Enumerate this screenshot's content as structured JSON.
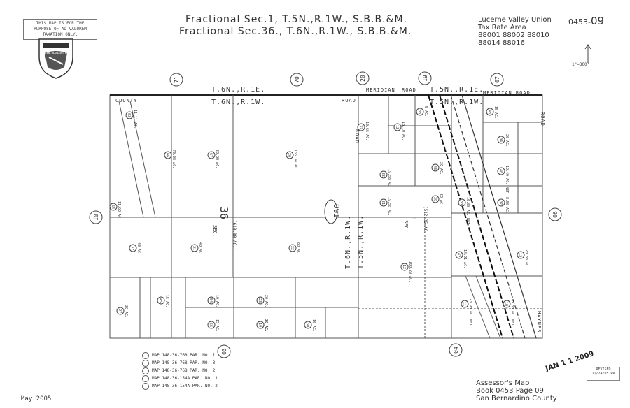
{
  "header": {
    "title_line1": "Fractional Sec.1, T.5N.,R.1W., S.B.B.&M.",
    "title_line2": "Fractional Sec.36., T.6N.,R.1W., S.B.B.&M.",
    "notice": "THIS MAP IS FOR THE PURPOSE OF AD VALOREM TAXATION ONLY.",
    "seal_text": "SAN BERNARDINO",
    "tax_area_title": "Lucerne Valley Union",
    "tax_area_sub": "Tax Rate Area",
    "tax_area_codes_1": "88001 88002 88010",
    "tax_area_codes_2": "88014 88016",
    "map_code_prefix": "0453-",
    "map_code_page": "09",
    "scale": "1\"=300'"
  },
  "township_labels": {
    "top_left_upper": "T.6N.,R.1E.",
    "top_left_lower": "T.6N.,R.1W.",
    "top_right_upper": "T.5N.,R.1E.",
    "top_right_lower": "T.5N.,R.1W.",
    "center_v1": "T.6N.,R.1W.",
    "center_v2": "T.5N.,R.1W."
  },
  "roads": {
    "county": "COUNTY",
    "road_top": "ROAD",
    "meridian": "MERIDIAN",
    "meridian_road": "ROAD",
    "meridian_right": "MERIDIAN ROAD",
    "road_right": "ROAD",
    "haynes": "HAYNES",
    "road_v": "ROAD"
  },
  "book_circles": [
    "71",
    "70",
    "20",
    "19",
    "07",
    "10",
    "06",
    "03",
    "04"
  ],
  "section": {
    "sec_label": "SEC.",
    "number": "36",
    "area": "(610.00 AC.)",
    "sec1_label": "SEC.",
    "sec1_number": "1",
    "sec1_area": "(512.35 AC.)",
    "page_code": "091"
  },
  "parcels": [
    {
      "num": "63",
      "acres": "11.11 AC."
    },
    {
      "num": "66",
      "acres": "70.08 AC."
    },
    {
      "num": "67",
      "acres": "20.88 AC."
    },
    {
      "num": "20",
      "acres": "155.34 AC."
    },
    {
      "num": "64",
      "acres": "11.63 AC."
    },
    {
      "num": "32",
      "acres": "40 AC."
    },
    {
      "num": "31",
      "acres": "40 AC."
    },
    {
      "num": "22",
      "acres": "80 AC."
    },
    {
      "num": "27",
      "acres": "20 AC."
    },
    {
      "num": "45",
      "acres": "15 AC."
    },
    {
      "num": "54",
      "acres": "10 AC."
    },
    {
      "num": "23",
      "acres": "20 AC."
    },
    {
      "num": "24",
      "acres": "20 AC."
    },
    {
      "num": "56",
      "acres": "15 AC."
    },
    {
      "num": "19",
      "acres": "20 AC."
    },
    {
      "num": "60",
      "acres": "10 AC."
    },
    {
      "num": "38",
      "acres": "5 AC."
    },
    {
      "num": "37",
      "acres": "10.66 AC."
    },
    {
      "num": "12",
      "acres": "18.10 AC."
    },
    {
      "num": "22",
      "acres": "19.58 AC."
    },
    {
      "num": "21",
      "acres": "19.58 AC."
    },
    {
      "num": "12",
      "acres": "100.29 AC."
    },
    {
      "num": "48",
      "acres": "20 AC."
    },
    {
      "num": "39",
      "acres": "20 AC."
    },
    {
      "num": "30",
      "acres": "10.08 AC. NET"
    },
    {
      "num": "43",
      "acres": "15 AC."
    },
    {
      "num": "04",
      "acres": "20 AC."
    },
    {
      "num": "46",
      "acres": "19.49 AC. NET"
    },
    {
      "num": "07",
      "acres": "8.56 AC."
    },
    {
      "num": "42",
      "acres": "14.21 AC."
    },
    {
      "num": "13",
      "acres": "20.83 AC."
    },
    {
      "num": "11",
      "acres": "23.98 AC. NET"
    },
    {
      "num": "18",
      "acres": "18.38 AC. NET"
    }
  ],
  "legend": [
    {
      "num": "1",
      "text": "MAP 148-36-768 PAR. NO. 1"
    },
    {
      "num": "2",
      "text": "MAP 148-36-768 PAR. NO. 3"
    },
    {
      "num": "3",
      "text": "MAP 148-36-768 PAR. NO. 2"
    },
    {
      "num": "4",
      "text": "MAP 148-36-154A PAR. NO. 1"
    },
    {
      "num": "5",
      "text": "MAP 148-36-154A PAR. NO. 2"
    }
  ],
  "footer": {
    "date": "May 2005",
    "stamp": "JAN 1 1 2009",
    "revised_label": "REVISED",
    "revised_date": "11/24/05 RW",
    "assessor_line1": "Assessor's Map",
    "assessor_line2": "Book 0453 Page 09",
    "assessor_line3": "San Bernardino County"
  }
}
